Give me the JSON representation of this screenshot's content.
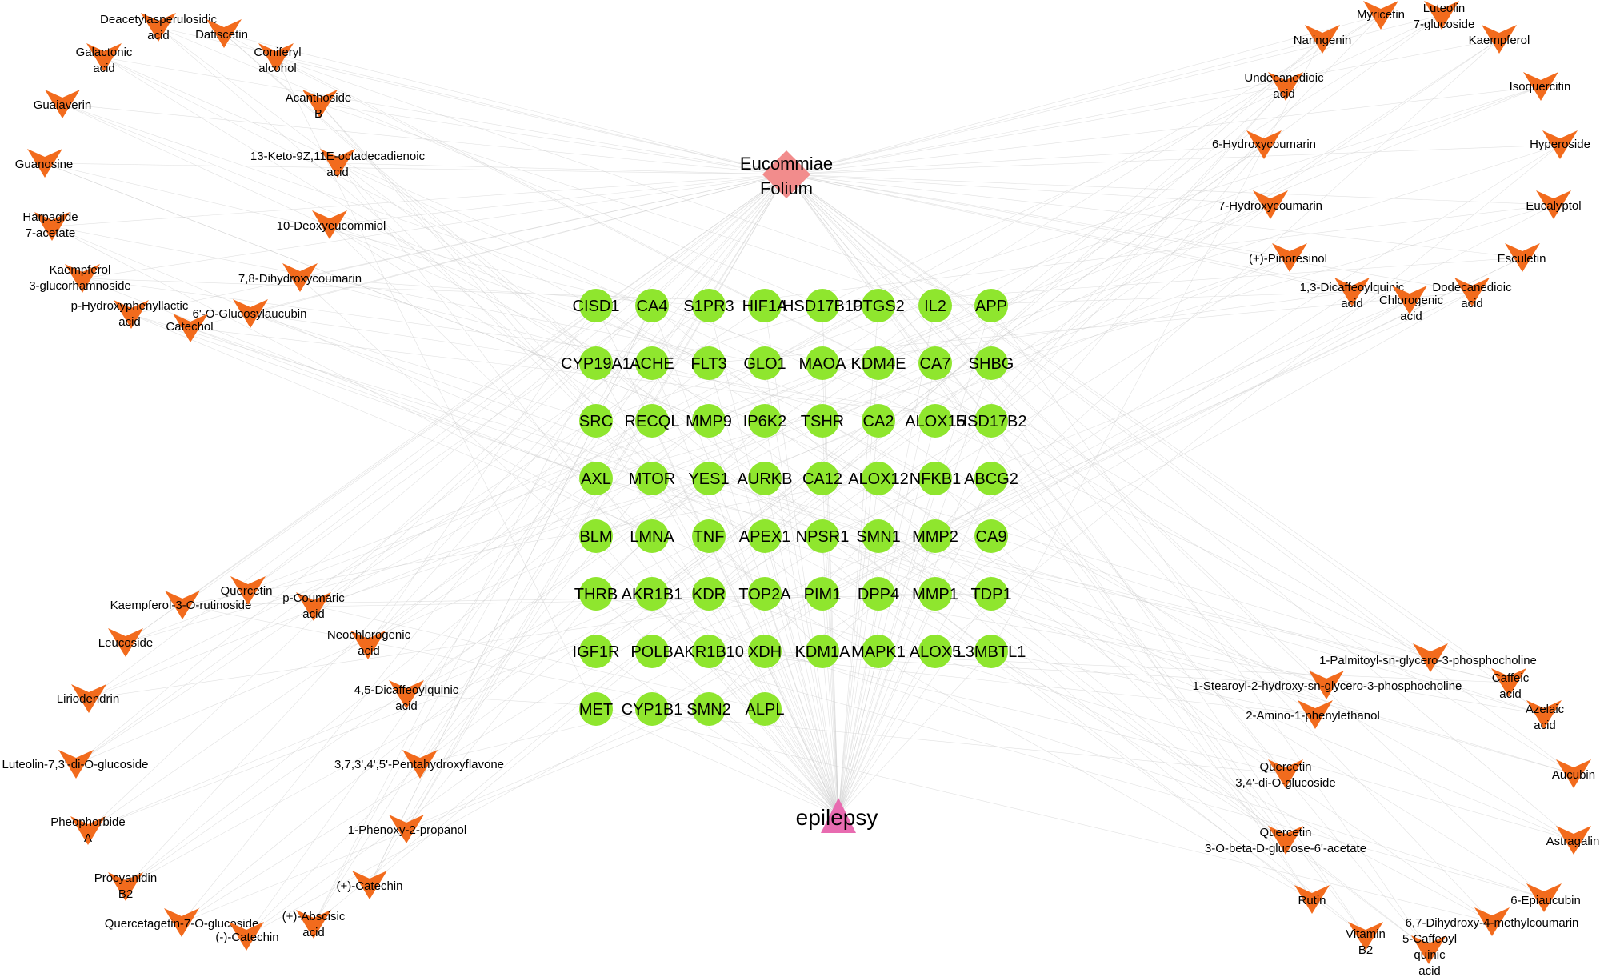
{
  "hubs": {
    "herb": {
      "label": "Eucommiae Folium",
      "color": "#f28c8c"
    },
    "disease": {
      "label": "epilepsy",
      "color": "#e86bb0"
    }
  },
  "colors": {
    "compound": "#f26b1d",
    "target": "#8fe62e",
    "edge": "#c9c9c9"
  },
  "targets": [
    "CISD1",
    "CA4",
    "S1PR3",
    "HIF1A",
    "HSD17B10",
    "PTGS2",
    "IL2",
    "APP",
    "CYP19A1",
    "ACHE",
    "FLT3",
    "GLO1",
    "MAOA",
    "KDM4E",
    "CA7",
    "SHBG",
    "SRC",
    "RECQL",
    "MMP9",
    "IP6K2",
    "TSHR",
    "CA2",
    "ALOX15",
    "HSD17B2",
    "AXL",
    "MTOR",
    "YES1",
    "AURKB",
    "CA12",
    "ALOX12",
    "NFKB1",
    "ABCG2",
    "BLM",
    "LMNA",
    "TNF",
    "APEX1",
    "NPSR1",
    "SMN1",
    "MMP2",
    "CA9",
    "THRB",
    "AKR1B1",
    "KDR",
    "TOP2A",
    "PIM1",
    "DPP4",
    "MMP1",
    "TDP1",
    "IGF1R",
    "POLB",
    "AKR1B10",
    "XDH",
    "KDM1A",
    "MAPK1",
    "ALOX5",
    "L3MBTL1",
    "MET",
    "CYP1B1",
    "SMN2",
    "ALPL"
  ],
  "compounds": [
    "Deacetylasperulosidic acid",
    "Datiscetin",
    "Galactonic acid",
    "Coniferyl alcohol",
    "Guaiaverin",
    "Acanthoside B",
    "Guanosine",
    "13-Keto-9Z,11E-octadecadienoic acid",
    "Harpagide 7-acetate",
    "10-Deoxyeucommiol",
    "Kaempferol 3-glucorhamnoside",
    "7,8-Dihydroxycoumarin",
    "p-Hydroxyphenyllactic acid",
    "6'-O-Glucosylaucubin",
    "Catechol",
    "Myricetin",
    "Luteolin 7-glucoside",
    "Naringenin",
    "Kaempferol",
    "Undecanedioic acid",
    "Isoquercitin",
    "6-Hydroxycoumarin",
    "Hyperoside",
    "7-Hydroxycoumarin",
    "Eucalyptol",
    "(+)-Pinoresinol",
    "Esculetin",
    "1,3-Dicaffeoylquinic acid",
    "Chlorogenic acid",
    "Dodecanedioic acid",
    "Quercetin",
    "Kaempferol-3-O-rutinoside",
    "p-Coumaric acid",
    "Leucoside",
    "Neochlorogenic acid",
    "Liriodendrin",
    "4,5-Dicaffeoylquinic acid",
    "Luteolin-7,3'-di-O-glucoside",
    "3,7,3',4',5'-Pentahydroxyflavone",
    "Pheophorbide A",
    "1-Phenoxy-2-propanol",
    "Procyanidin B2",
    "(+)-Catechin",
    "(+)-Abscisic acid",
    "Quercetagetin-7-O-glucoside",
    "(-)-Catechin",
    "1-Palmitoyl-sn-glycero-3-phosphocholine",
    "1-Stearoyl-2-hydroxy-sn-glycero-3-phosphocholine",
    "Caffeic acid",
    "2-Amino-1-phenylethanol",
    "Azelaic acid",
    "Quercetin 3,4'-di-O-glucoside",
    "Aucubin",
    "Quercetin 3-O-beta-D-glucose-6'-acetate",
    "Astragalin",
    "Rutin",
    "6-Epiaucubin",
    "6,7-Dihydroxy-4-methylcoumarin",
    "Vitamin B2",
    "5-Caffeoyl quinic acid"
  ]
}
